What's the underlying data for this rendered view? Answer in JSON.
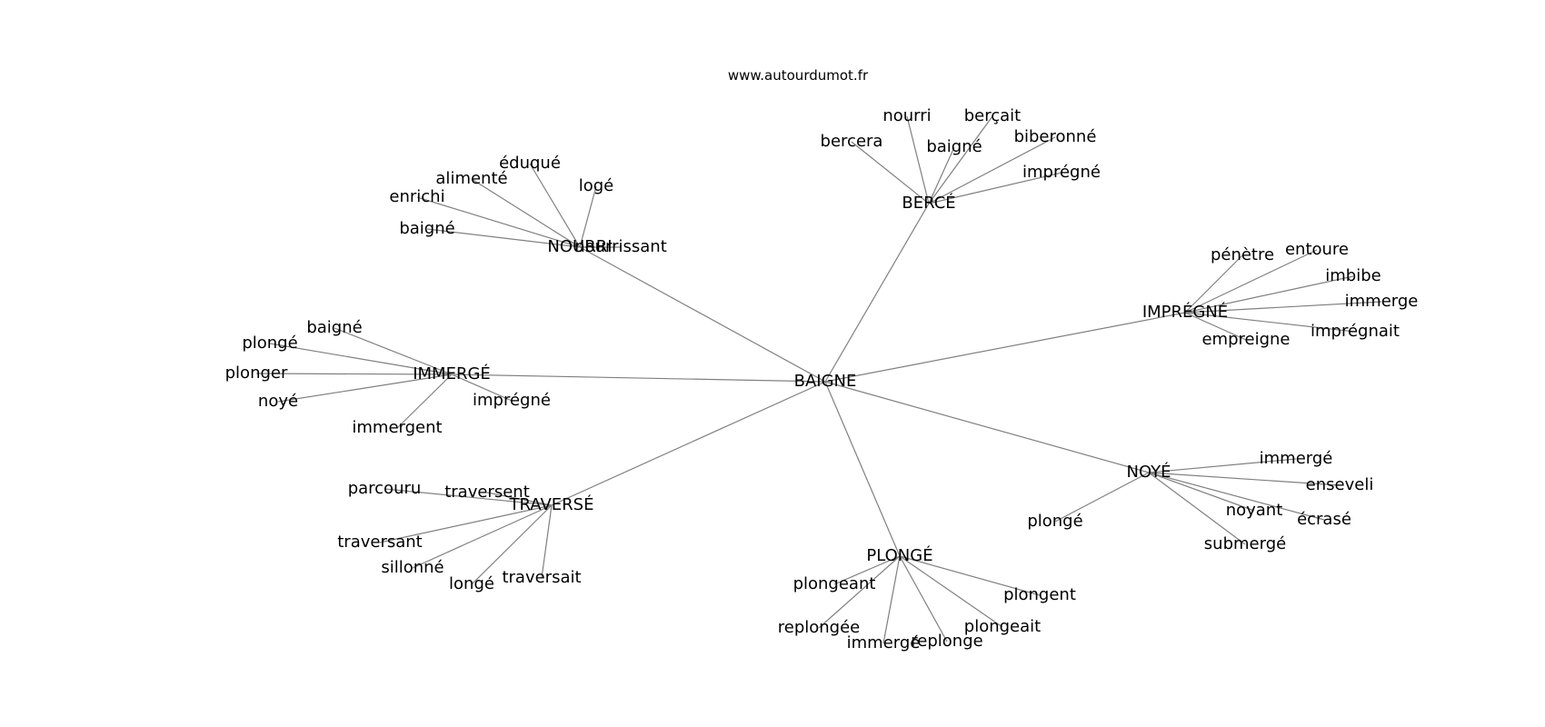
{
  "source_text": "www.autourdumot.fr",
  "center": "BAIGNE",
  "groups": [
    {
      "name": "BERCÉ",
      "words": [
        "bercera",
        "nourri",
        "baigné",
        "berçait",
        "biberonné",
        "imprégné"
      ]
    },
    {
      "name": "NOURRI",
      "words": [
        "baigné",
        "enrichi",
        "alimenté",
        "éduqué",
        "logé",
        "nourrissant"
      ]
    },
    {
      "name": "IMPRÉGNÉ",
      "words": [
        "pénètre",
        "entoure",
        "imbibe",
        "immerge",
        "imprégnait",
        "empreigne"
      ]
    },
    {
      "name": "IMMERGÉ",
      "words": [
        "baigné",
        "plongé",
        "plonger",
        "noyé",
        "immergent",
        "imprégné"
      ]
    },
    {
      "name": "TRAVERSÉ",
      "words": [
        "parcouru",
        "traversent",
        "traversant",
        "sillonné",
        "longé",
        "traversait"
      ]
    },
    {
      "name": "PLONGÉ",
      "words": [
        "plongeant",
        "replongée",
        "immergé",
        "replonge",
        "plongeait",
        "plongent"
      ]
    },
    {
      "name": "NOYÉ",
      "words": [
        "immergé",
        "enseveli",
        "noyant",
        "écrasé",
        "submergé",
        "plongé"
      ]
    }
  ]
}
